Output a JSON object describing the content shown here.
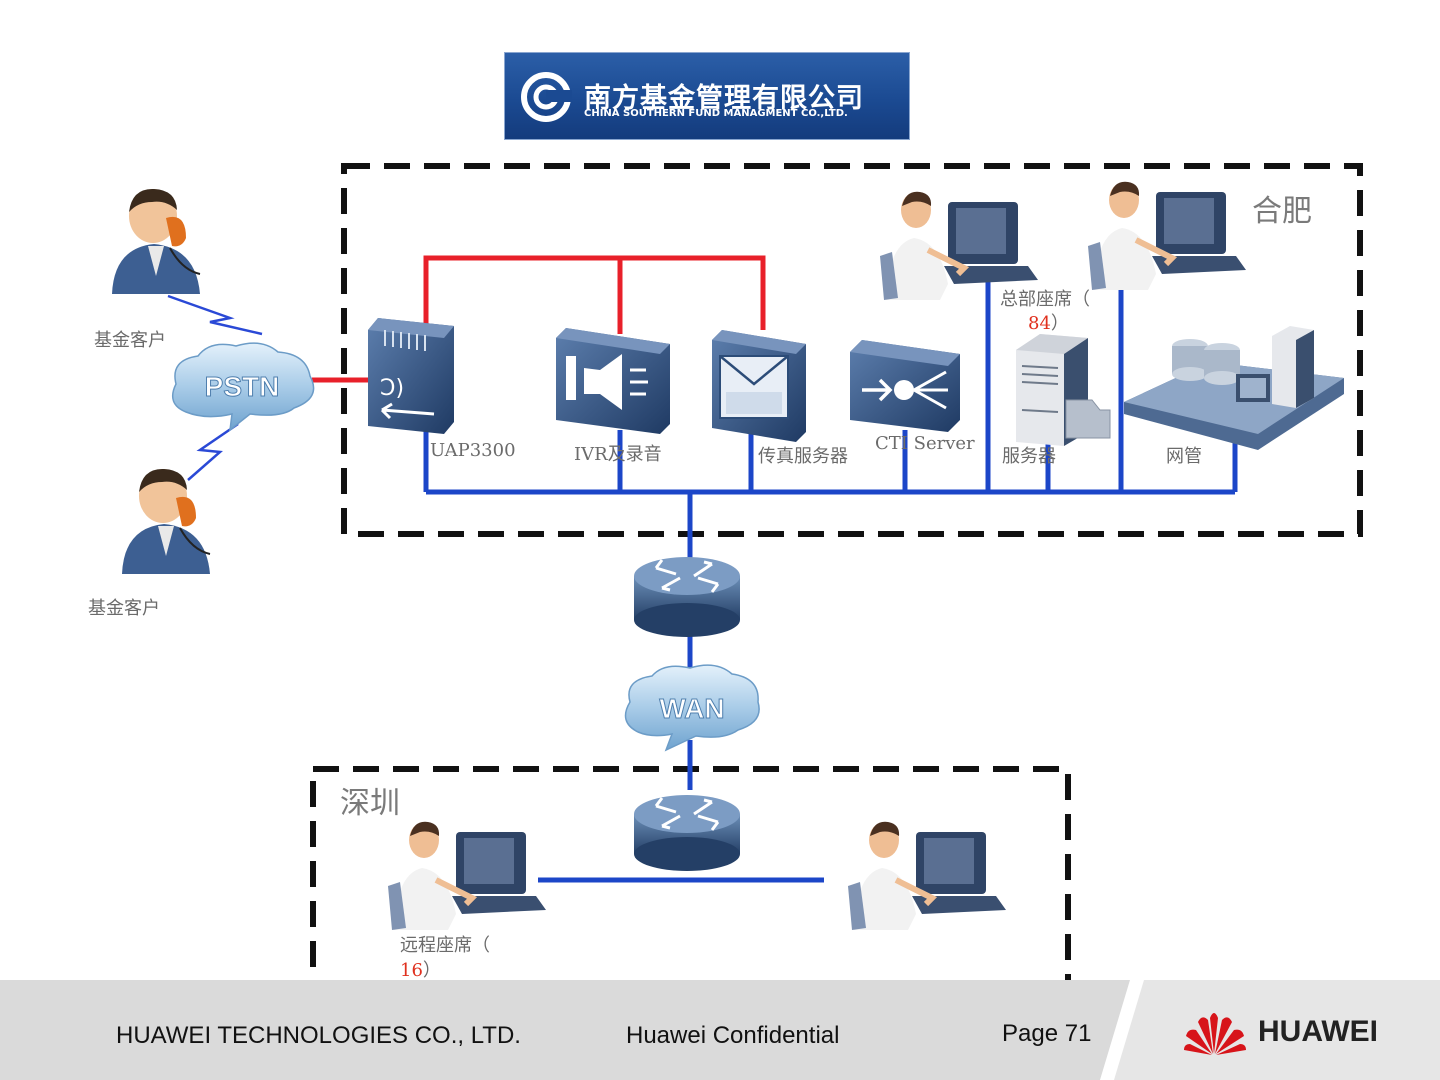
{
  "banner": {
    "company_cn": "南方基金管理有限公司",
    "company_en": "CHINA SOUTHERN FUND MANAGMENT CO.,LTD."
  },
  "regions": {
    "hefei": "合肥",
    "shenzhen": "深圳"
  },
  "clouds": {
    "pstn": "PSTN",
    "wan": "WAN"
  },
  "customers": {
    "top": "基金客户",
    "bottom": "基金客户"
  },
  "devices": {
    "uap": "UAP3300",
    "ivr": "IVR及录音",
    "fax": "传真服务器",
    "cti": "CTI Server",
    "server": "服务器",
    "nms": "网管"
  },
  "agents": {
    "hq_label": "总部座席（",
    "hq_count": "84",
    "hq_close": "）",
    "remote_label": "远程座席（",
    "remote_count": "16",
    "remote_close": "）"
  },
  "footer": {
    "company": "HUAWEI TECHNOLOGIES CO., LTD.",
    "confidential": "Huawei Confidential",
    "page": "Page 71",
    "brand": "HUAWEI"
  },
  "colors": {
    "voice_link": "#e8202a",
    "data_link": "#1c46c8",
    "device_blue": "#2c4c78",
    "footer_bg": "#dadada"
  }
}
